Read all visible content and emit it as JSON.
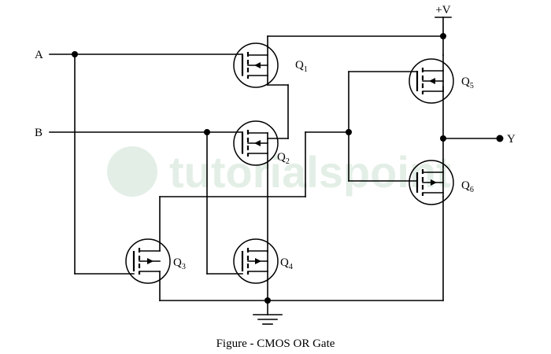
{
  "diagram": {
    "supply_label": "+V",
    "inputs": {
      "a": "A",
      "b": "B"
    },
    "output": "Y",
    "transistors": [
      {
        "name": "Q",
        "index": "1"
      },
      {
        "name": "Q",
        "index": "2"
      },
      {
        "name": "Q",
        "index": "3"
      },
      {
        "name": "Q",
        "index": "4"
      },
      {
        "name": "Q",
        "index": "5"
      },
      {
        "name": "Q",
        "index": "6"
      }
    ],
    "caption": "Figure - CMOS OR Gate",
    "watermark": "tutorialspoint"
  }
}
